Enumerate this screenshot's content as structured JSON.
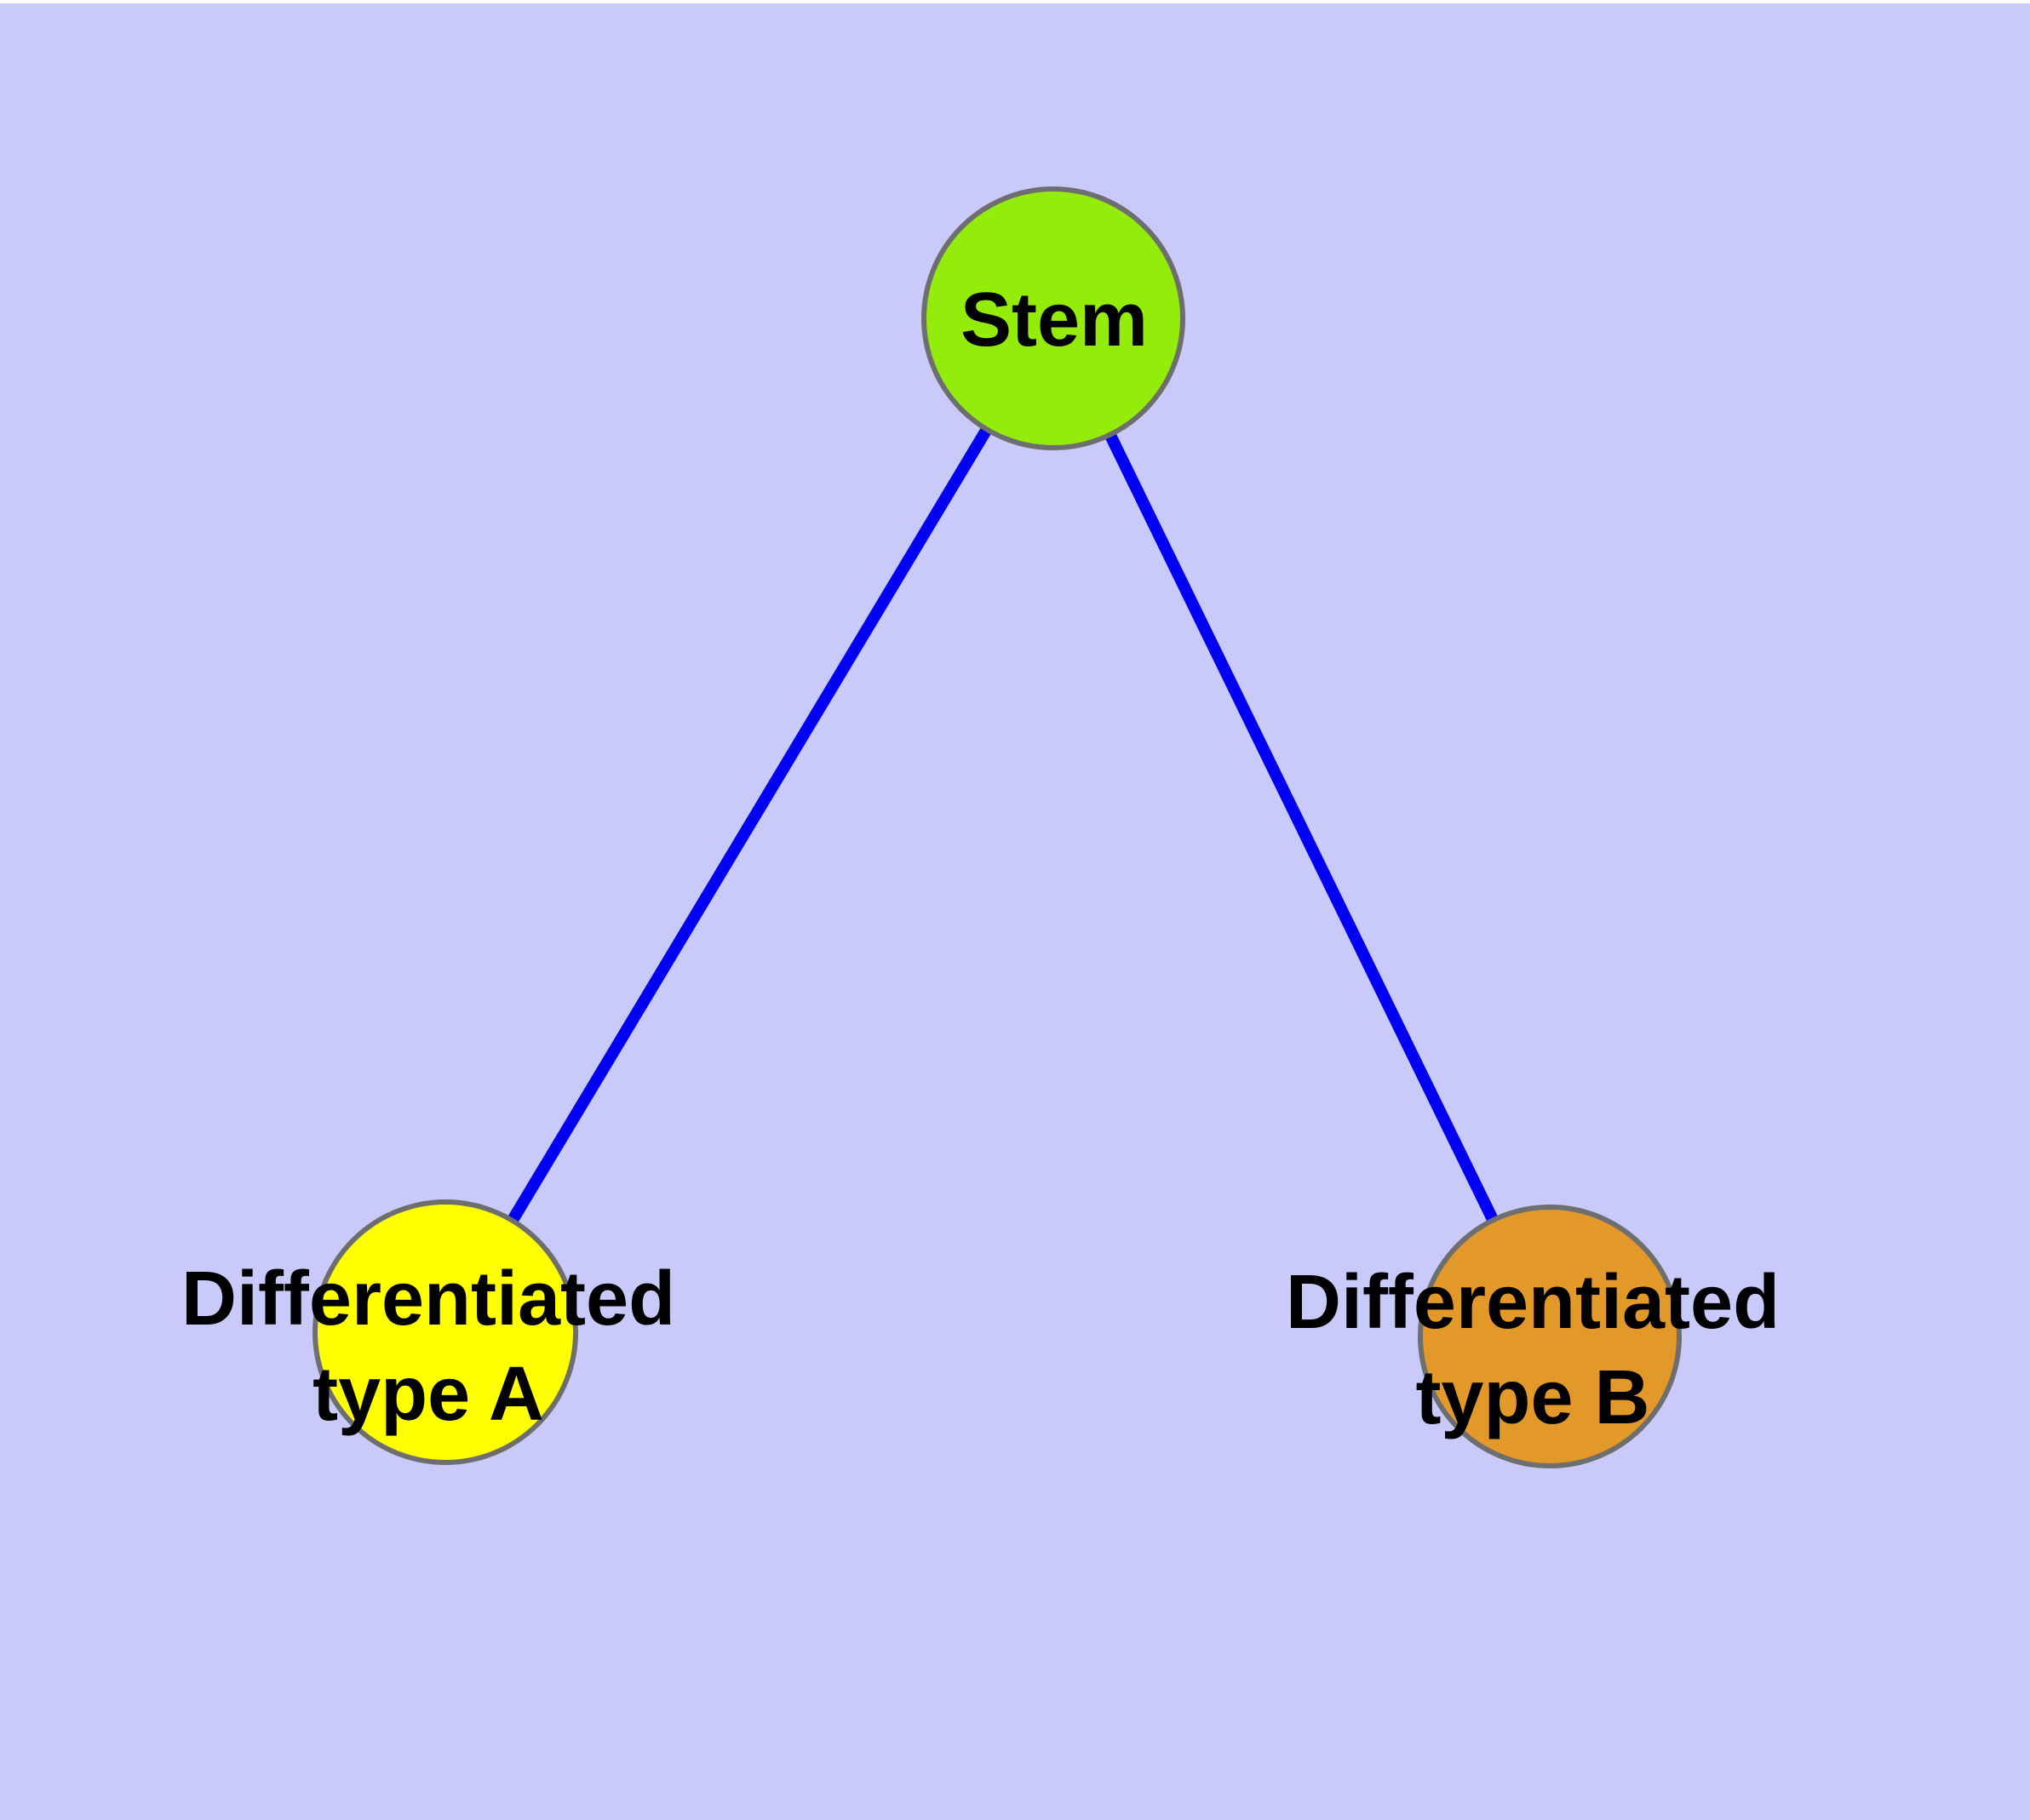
{
  "canvas": {
    "background": "#CACAFA",
    "top_strip": "#FFFFFF"
  },
  "graph": {
    "label_color": "#000000",
    "nodes": [
      {
        "id": "stem",
        "label": "Stem",
        "fill": "#94EC0A",
        "border": "#6E6E6E"
      },
      {
        "id": "differentiated-type-a",
        "label": "Differentiated\ntype A",
        "fill": "#FFFF00",
        "border": "#6E6E6E"
      },
      {
        "id": "differentiated-type-b",
        "label": "Differentiated\ntype B",
        "fill": "#E2992A",
        "border": "#6E6E6E"
      }
    ],
    "edges": [
      {
        "from": "stem",
        "to": "differentiated-type-a",
        "color": "#0000F2"
      },
      {
        "from": "stem",
        "to": "differentiated-type-b",
        "color": "#0000F2"
      }
    ]
  }
}
